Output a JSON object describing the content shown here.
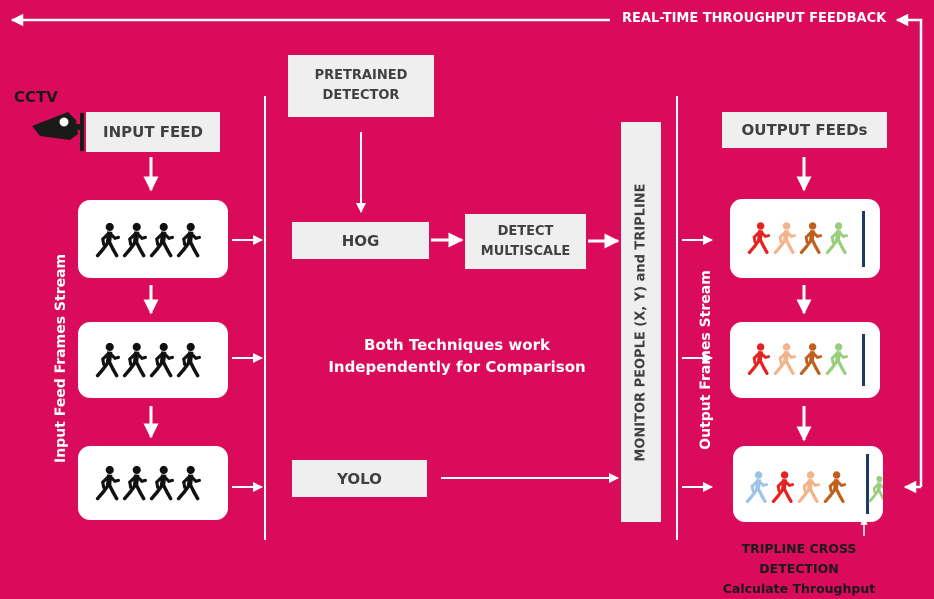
{
  "labels": {
    "feedback": "REAL-TIME THROUGHPUT FEEDBACK",
    "cctv": "CCTV",
    "input_feed": "INPUT FEED",
    "pretrained_detector": "PRETRAINED DETECTOR",
    "hog": "HOG",
    "detect_multiscale": "DETECT MULTISCALE",
    "yolo": "YOLO",
    "monitor": "MONITOR PEOPLE (X, Y) and TRIPLINE",
    "output_feeds": "OUTPUT FEEDs",
    "input_stream": "Input Feed Frames Stream",
    "output_stream": "Output Frames Stream",
    "note_line1": "Both Techniques work",
    "note_line2": "Independently for Comparison",
    "tripline": "TRIPLINE CROSS DETECTION",
    "calc": "Calculate Throughput"
  },
  "colors": {
    "background": "#DB0B5B",
    "box": "#EFEFEF",
    "walker_input": "#111111",
    "walker_red": "#E42320",
    "walker_peach": "#F3B48B",
    "walker_brown": "#C0601F",
    "walker_green": "#9ACD7E",
    "walker_blue": "#9DC3E6",
    "tripline": "#1F3864"
  },
  "icons": [
    "cctv-camera-icon",
    "walking-person-icon"
  ]
}
